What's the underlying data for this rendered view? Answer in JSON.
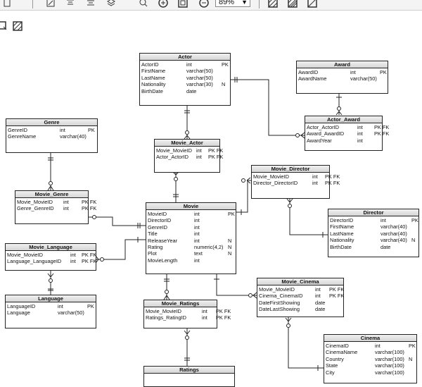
{
  "toolbar": {
    "zoom_value": "89%",
    "icons": [
      "copy-icon",
      "edit-icon",
      "align-top-icon",
      "align-center-icon",
      "layers-icon",
      "search-icon",
      "zoom-in-icon",
      "fit-page-icon",
      "zoom-out-icon",
      "hatch-pattern-icon",
      "pattern-fill-icon",
      "pattern-clear-icon",
      "select-tool-icon",
      "pattern-tool-icon"
    ]
  },
  "entities": {
    "actor": {
      "title": "Actor",
      "rows": [
        {
          "name": "ActorID",
          "type": "int",
          "key": "PK"
        },
        {
          "name": "FirstName",
          "type": "varchar(50)",
          "key": ""
        },
        {
          "name": "LastName",
          "type": "varchar(50)",
          "key": ""
        },
        {
          "name": "Nationality",
          "type": "varchar(30)",
          "key": "N"
        },
        {
          "name": "BirthDate",
          "type": "date",
          "key": ""
        }
      ]
    },
    "award": {
      "title": "Award",
      "rows": [
        {
          "name": "AwardID",
          "type": "int",
          "key": "PK"
        },
        {
          "name": "AwardName",
          "type": "varchar(50)",
          "key": ""
        }
      ]
    },
    "actor_award": {
      "title": "Actor_Award",
      "rows": [
        {
          "name": "Actor_ActorID",
          "type": "int",
          "key": "PK FK"
        },
        {
          "name": "Award_AwardID",
          "type": "int",
          "key": "PK FK"
        },
        {
          "name": "AwardYear",
          "type": "int",
          "key": ""
        }
      ]
    },
    "genre": {
      "title": "Genre",
      "rows": [
        {
          "name": "GenreID",
          "type": "int",
          "key": "PK"
        },
        {
          "name": "GenreName",
          "type": "varchar(40)",
          "key": ""
        }
      ]
    },
    "movie_actor": {
      "title": "Movie_Actor",
      "rows": [
        {
          "name": "Movie_MovieID",
          "type": "int",
          "key": "PK FK"
        },
        {
          "name": "Actor_ActorID",
          "type": "int",
          "key": "PK FK"
        }
      ]
    },
    "movie_director": {
      "title": "Movie_Director",
      "rows": [
        {
          "name": "Movie_MovieID",
          "type": "int",
          "key": "PK FK"
        },
        {
          "name": "Director_DirectorID",
          "type": "int",
          "key": "PK FK"
        }
      ]
    },
    "movie_genre": {
      "title": "Movie_Genre",
      "rows": [
        {
          "name": "Movie_MovieID",
          "type": "int",
          "key": "PK FK"
        },
        {
          "name": "Genre_GenreID",
          "type": "int",
          "key": "PK FK"
        }
      ]
    },
    "movie": {
      "title": "Movie",
      "rows": [
        {
          "name": "MovieID",
          "type": "int",
          "key": "PK"
        },
        {
          "name": "DirectorID",
          "type": "int",
          "key": ""
        },
        {
          "name": "GenreID",
          "type": "int",
          "key": ""
        },
        {
          "name": "Title",
          "type": "int",
          "key": ""
        },
        {
          "name": "ReleaseYear",
          "type": "int",
          "key": "N"
        },
        {
          "name": "Rating",
          "type": "numeric(4,2)",
          "key": "N"
        },
        {
          "name": "Plot",
          "type": "text",
          "key": "N"
        },
        {
          "name": "MovieLength",
          "type": "int",
          "key": ""
        }
      ]
    },
    "director": {
      "title": "Director",
      "rows": [
        {
          "name": "DirectorID",
          "type": "int",
          "key": "PK"
        },
        {
          "name": "FirstName",
          "type": "varchar(40)",
          "key": ""
        },
        {
          "name": "LastName",
          "type": "varchar(40)",
          "key": ""
        },
        {
          "name": "Nationality",
          "type": "varchar(40)",
          "key": "N"
        },
        {
          "name": "BirthDate",
          "type": "date",
          "key": ""
        }
      ]
    },
    "movie_language": {
      "title": "Movie_Language",
      "rows": [
        {
          "name": "Movie_MovieID",
          "type": "int",
          "key": "PK FK"
        },
        {
          "name": "Language_LanguageID",
          "type": "int",
          "key": "PK FK"
        }
      ]
    },
    "language": {
      "title": "Language",
      "rows": [
        {
          "name": "LanguageID",
          "type": "int",
          "key": "PK"
        },
        {
          "name": "Language",
          "type": "varchar(50)",
          "key": ""
        }
      ]
    },
    "movie_cinema": {
      "title": "Movie_Cinema",
      "rows": [
        {
          "name": "Movie_MovieID",
          "type": "int",
          "key": "PK FK"
        },
        {
          "name": "Cinema_CinemaID",
          "type": "int",
          "key": "PK FK"
        },
        {
          "name": "DateFirstShowing",
          "type": "date",
          "key": ""
        },
        {
          "name": "DateLastShowing",
          "type": "date",
          "key": ""
        }
      ]
    },
    "movie_ratings": {
      "title": "Movie_Ratings",
      "rows": [
        {
          "name": "Movie_MovieID",
          "type": "int",
          "key": "PK FK"
        },
        {
          "name": "Ratings_RatingID",
          "type": "int",
          "key": "PK FK"
        }
      ]
    },
    "cinema": {
      "title": "Cinema",
      "rows": [
        {
          "name": "CinemaID",
          "type": "int",
          "key": "PK"
        },
        {
          "name": "CinemaName",
          "type": "varchar(100)",
          "key": ""
        },
        {
          "name": "Country",
          "type": "varchar(100)",
          "key": "N"
        },
        {
          "name": "State",
          "type": "varchar(100)",
          "key": ""
        },
        {
          "name": "City",
          "type": "varchar(100)",
          "key": ""
        }
      ]
    },
    "ratings": {
      "title": "Ratings",
      "rows": []
    }
  }
}
